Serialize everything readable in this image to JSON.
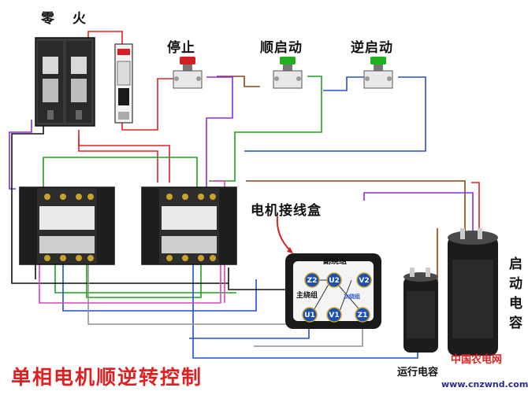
{
  "labels": {
    "neutral": "零",
    "live": "火",
    "stop": "停止",
    "forward_start": "顺启动",
    "reverse_start": "逆启动",
    "motor_box": "电机接线盒",
    "start_cap": "启动电容",
    "run_cap": "运行电容",
    "title": "单相电机顺逆转控制"
  },
  "motor_box": {
    "aux_winding": "副绕组",
    "main_winding": "主绕组",
    "rotation": "次绕组",
    "terminals": [
      "Z2",
      "U2",
      "V2",
      "U1",
      "V1",
      "Z1"
    ]
  },
  "watermark": {
    "name": "中国农电网",
    "site": "www.cnzwnd.com"
  },
  "colors": {
    "title_red": "#e02020",
    "stop_button": "#d42020",
    "start_button": "#20b020",
    "terminal_box": "#1a1a1a",
    "terminal_fill": "#1a4fb4"
  }
}
